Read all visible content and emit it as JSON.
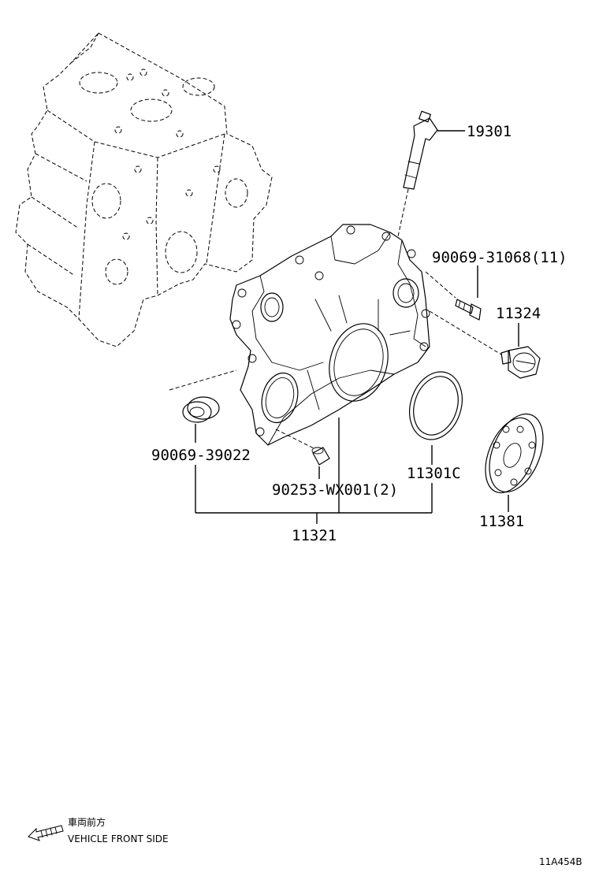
{
  "part_labels": {
    "p19301": "19301",
    "p90069_31068": "90069-31068(11)",
    "p11324": "11324",
    "p90069_39022": "90069-39022",
    "p11301C": "11301C",
    "p90253": "90253-WX001(2)",
    "p11381": "11381",
    "p11321": "11321"
  },
  "direction": {
    "label_jp": "車両前方",
    "label_en": "VEHICLE FRONT SIDE"
  },
  "diagram_code": "11A454B"
}
